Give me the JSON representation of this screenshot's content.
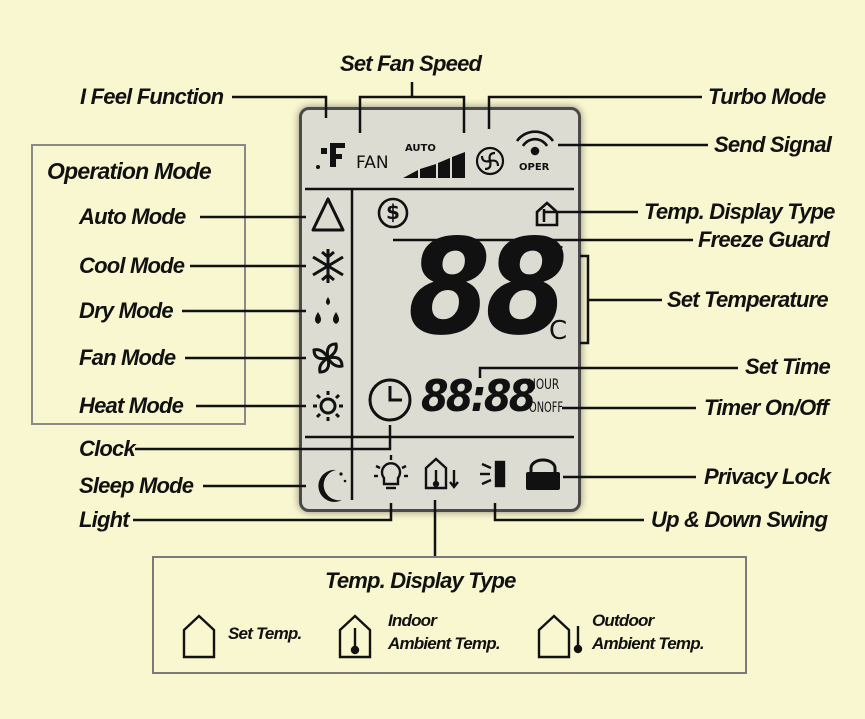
{
  "labels": {
    "i_feel": "I Feel Function",
    "set_fan_speed": "Set Fan Speed",
    "turbo_mode": "Turbo Mode",
    "send_signal": "Send Signal",
    "operation_mode": "Operation Mode",
    "auto_mode": "Auto Mode",
    "cool_mode": "Cool Mode",
    "dry_mode": "Dry Mode",
    "fan_mode": "Fan Mode",
    "heat_mode": "Heat Mode",
    "temp_display_type": "Temp. Display Type",
    "freeze_guard": "Freeze Guard",
    "set_temperature": "Set Temperature",
    "set_time": "Set Time",
    "timer_on_off": "Timer On/Off",
    "clock": "Clock",
    "sleep_mode": "Sleep Mode",
    "light": "Light",
    "privacy_lock": "Privacy Lock",
    "up_down_swing": "Up & Down Swing"
  },
  "lcd": {
    "fan": "FAN",
    "auto": "AUTO",
    "oper": "OPER",
    "temp_digits": "88",
    "unit_f": "°F",
    "unit_c": "°C",
    "time_digits": "88:88",
    "hour": "HOUR",
    "onoff": "ONOFF"
  },
  "legend": {
    "title": "Temp. Display Type",
    "set_temp": "Set Temp.",
    "indoor_line1": "Indoor",
    "indoor_line2": "Ambient Temp.",
    "outdoor_line1": "Outdoor",
    "outdoor_line2": "Ambient Temp."
  },
  "colors": {
    "background": "#f9f7d0",
    "lcd": "#dcdcd2",
    "segment": "#111111"
  }
}
